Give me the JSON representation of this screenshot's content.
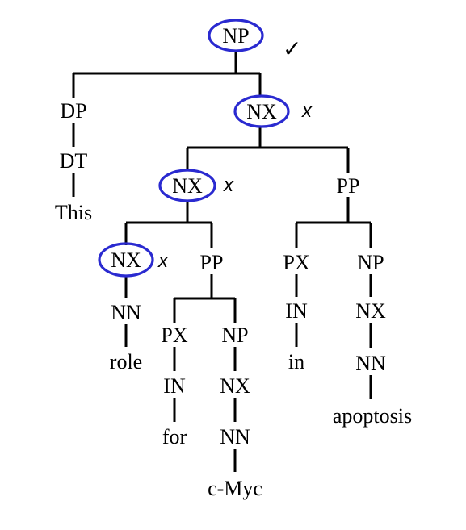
{
  "tree": {
    "labels": {
      "np_root": "NP",
      "dp": "DP",
      "dt": "DT",
      "this": "This",
      "nx1": "NX",
      "nx2": "NX",
      "pp1": "PP",
      "nx3": "NX",
      "pp2": "PP",
      "px1": "PX",
      "np1": "NP",
      "nx4": "NX",
      "nn1": "NN",
      "apoptosis": "apoptosis",
      "in_tag": "IN",
      "in_word": "in",
      "nn_role": "NN",
      "role": "role",
      "px2": "PX",
      "np2": "NP",
      "in2_tag": "IN",
      "for": "for",
      "nx5": "NX",
      "nn2": "NN",
      "cmyc": "c-Myc"
    },
    "marks": {
      "check": "✓",
      "x1": "x",
      "x2": "x",
      "x3": "x"
    },
    "highlight_color": "#2a2ad0"
  }
}
